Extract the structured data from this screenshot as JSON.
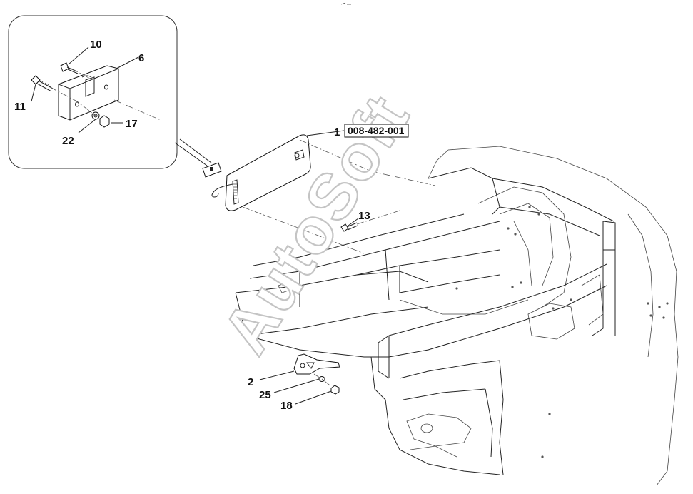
{
  "watermark": "AutoSoft",
  "part_number_box": "008-482-001",
  "callouts": {
    "c1": "1",
    "c2": "2",
    "c6": "6",
    "c10": "10",
    "c11": "11",
    "c13": "13",
    "c17": "17",
    "c18": "18",
    "c22": "22",
    "c25": "25"
  },
  "colors": {
    "line": "#222222",
    "watermark_outline": "#c4c4c4",
    "background": "#ffffff"
  }
}
